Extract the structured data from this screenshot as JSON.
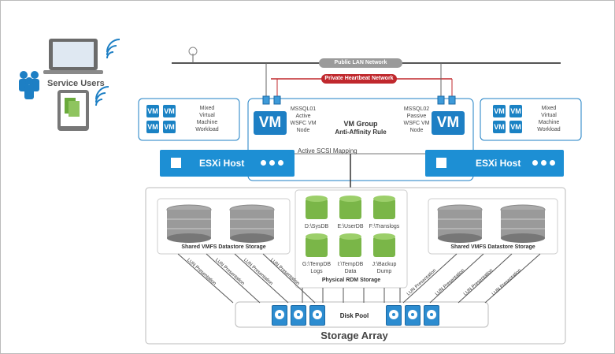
{
  "users": {
    "label": "Service Users"
  },
  "network": {
    "public_lan": "Public LAN Network",
    "private_heartbeat": "Private Heartbeat Network"
  },
  "workload_left": {
    "vm_tiles": [
      "VM",
      "VM",
      "VM",
      "VM"
    ],
    "text": [
      "Mixed",
      "Virtual",
      "Machine",
      "Workload"
    ]
  },
  "workload_right": {
    "vm_tiles": [
      "VM",
      "VM",
      "VM",
      "VM"
    ],
    "text": [
      "Mixed",
      "Virtual",
      "Machine",
      "Workload"
    ]
  },
  "vm_group": {
    "vm_label": "VM",
    "node1": [
      "MSSQL01",
      "Active",
      "WSFC VM",
      "Node"
    ],
    "node2": [
      "MSSQL02",
      "Passive",
      "WSFC VM",
      "Node"
    ],
    "title": "VM Group",
    "subtitle": "Anti-Affinity Rule",
    "scsi_mapping": "Active SCSI Mapping"
  },
  "esxi_left": {
    "label": "ESXi Host"
  },
  "esxi_right": {
    "label": "ESXi Host"
  },
  "storage_left": {
    "label": "Shared VMFS Datastore Storage"
  },
  "storage_right": {
    "label": "Shared VMFS Datastore Storage"
  },
  "rdm": {
    "label": "Physical RDM Storage",
    "drives": [
      [
        "D:\\SysDB"
      ],
      [
        "E:\\UserDB"
      ],
      [
        "F:\\Translogs"
      ],
      [
        "G:\\TempDB",
        "Logs"
      ],
      [
        "I:\\TempDB",
        "Data"
      ],
      [
        "J:\\Backup Dump"
      ]
    ]
  },
  "lun_label": "LUN Presentation",
  "disk_pool": {
    "label": "Disk Pool"
  },
  "storage_array": {
    "label": "Storage Array"
  },
  "colors": {
    "vm_blue": "#1d7fc4",
    "esxi_blue": "#1d8fd4",
    "green_drive": "#7ab648",
    "heartbeat_red": "#c0282d",
    "public_gray": "#9a9a9a"
  }
}
